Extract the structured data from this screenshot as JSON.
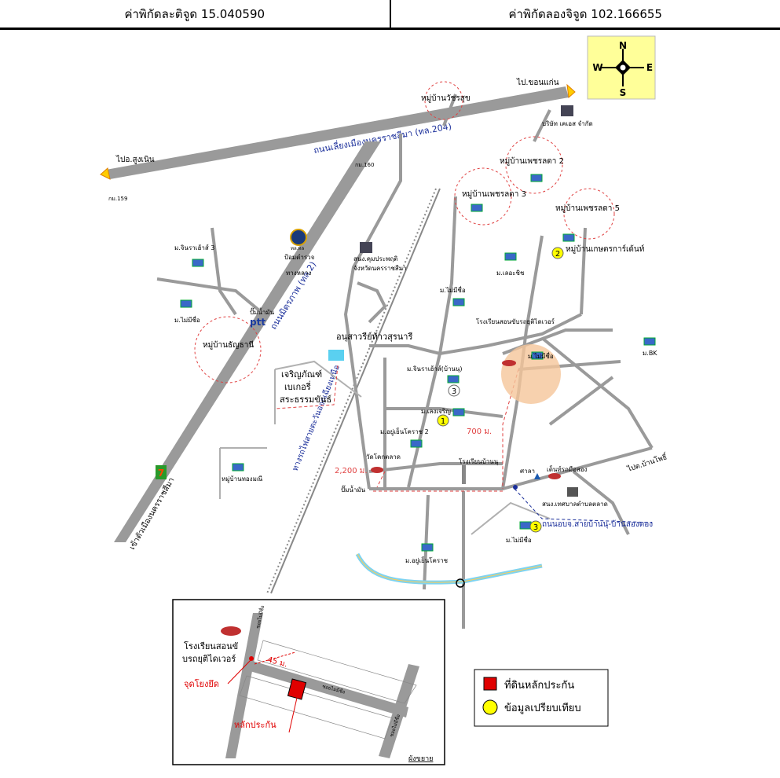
{
  "header": {
    "latitude_label": "ค่าพิกัดละติจูด 15.040590",
    "longitude_label": "ค่าพิกัดลองจิจูด 102.166655"
  },
  "compass": {
    "n": "N",
    "s": "S",
    "e": "E",
    "w": "W"
  },
  "roads": {
    "bypass": "ถนนเลี่ยงเมืองนครราชสีมา (ทล.204)",
    "mittraphap": "ถนนมิตรภาพ (ทล.2)",
    "railway": "ทางรถไฟสายตะวันออกเฉียงเหนือ",
    "local_road": "ถนนอบจ.สายบ้านนุ-บ้านลองตอง"
  },
  "directions": {
    "to_khonkaen": "ไป.ขอนแก่น",
    "to_sungnoen": "ไปอ.สูงเนิน",
    "to_city": "เข้าตัวเมืองนครราชสีมา",
    "to_bannong": "ไปต.บ้านโพธิ์"
  },
  "km_posts": {
    "km159": "กม.159",
    "km160": "กม.160"
  },
  "places": {
    "mb_watchrasuk": "หมู่บ้านวัชรสุข",
    "company": "บริษัท เคเอส จำกัด",
    "mb_phetcharada2": "หมู่บ้านเพชรลดา 2",
    "mb_phetcharada3": "หมู่บ้านเพชรลดา 3",
    "mb_phetcharada5": "หมู่บ้านเพชรลดา 5",
    "mb_kaset": "หมู่บ้านเกษตรการ์เด้นท์",
    "m_lochit": "ม.เลอะชิช",
    "m_maimichue1": "ม.ไม่มีชื่อ",
    "m_jinraphat3": "ม.จินราเฮ้าส์ 3",
    "m_maimichue2": "ม.ไม่มีชื่อ",
    "police": "ป้อมตำรวจ",
    "police2": "ทางหลวง",
    "police_code": "ทล.ทล",
    "pdc": "สนง.คุมประพฤติ",
    "pdc2": "จังหวัดนครราชสีมา",
    "gas_ptt": "ปั๊มน้ำมัน",
    "ptt": "ptt",
    "mb_thanyathani": "หมู่บ้านธัญธานี",
    "monument": "อนุสาวรีย์ท้าวสุรนารี",
    "bakery1": "เจริญภัณฑ์",
    "bakery2": "เบเกอรี่",
    "bakery3": "สระธรรมขันธ์",
    "school": "โรงเรียนสอนขับรถยุติไดเวอร์",
    "m_jinraphat_bannu": "ม.จินราเฮ้าส์(บ้านนุ)",
    "m_maimichue_subject": "ม.ไม่มีชื่อ",
    "m_bk": "ม.BK",
    "m_loengcharoen": "ม.เลงเจริญ",
    "m_yoonen2": "ม.อยู่เย็นโคราช 2",
    "dist_700": "700 ม.",
    "dist_2200": "2,200 ม.",
    "wat_talat": "วัดโคกตลาด",
    "gas": "ปั๊มน้ำมัน",
    "school_bannu": "โรงเรียนบ้านนุ",
    "sala": "ศาลา",
    "tent": "เต็นท์รถมือสอง",
    "municipal": "สนง.เทศบาลตำบลตลาด",
    "mb_khongmanee": "หมู่บ้านทองมณี",
    "m_yoonen": "ม.อยู่เย็นโคราช",
    "m_maimichue3": "ม.ไม่มีชื่อ",
    "seven": "7"
  },
  "markers": {
    "m1": "1",
    "m2": "2",
    "m3a": "3",
    "m3b": "3"
  },
  "inset": {
    "school1": "โรงเรียนสอนขั",
    "school2": "บรถยุติไดเวอร์",
    "ref_point": "จุดโยงยึด",
    "dist": "45 ม.",
    "collateral": "หลักประกัน",
    "soi1": "ซอยไม่มีชื่อ",
    "soi2": "ซอยไม่มีชื่อ",
    "soi3": "ซอยไม่มีชื่อ",
    "caption": "ผังขยาย"
  },
  "legend": {
    "collateral": "ที่ดินหลักประกัน",
    "comparison": "ข้อมูลเปรียบเทียบ"
  },
  "colors": {
    "road": "#9a9a9a",
    "dashed_red": "#e04040",
    "subject_circle": "#f5c59a",
    "collateral": "#e00000",
    "comparison": "#ffff00",
    "compass_bg": "#ffff99",
    "canal": "#7ed3f0"
  }
}
